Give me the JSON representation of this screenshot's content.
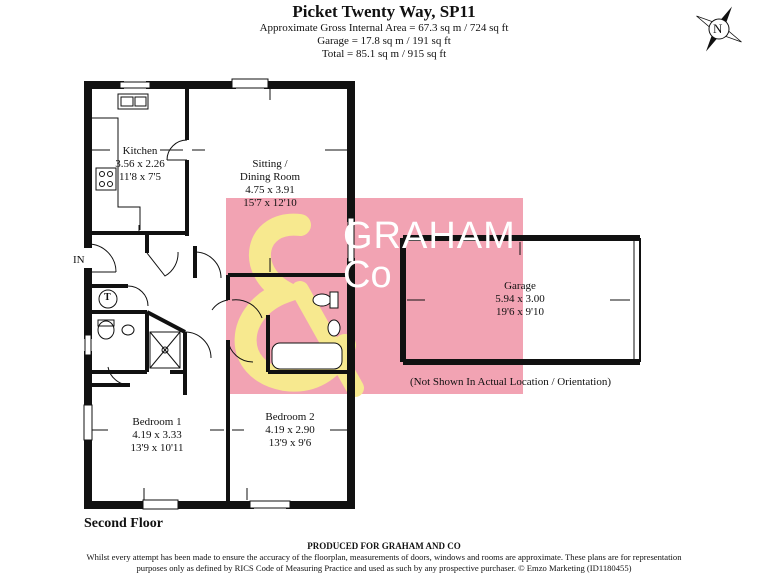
{
  "header": {
    "title": "Picket Twenty Way, SP11",
    "gross_area": "Approximate Gross Internal Area = 67.3 sq m / 724 sq ft",
    "garage_area": "Garage = 17.8 sq m / 191 sq ft",
    "total_area": "Total = 85.1 sq m / 915 sq ft"
  },
  "compass": {
    "label": "N",
    "icon": "compass-rose-icon"
  },
  "rooms": {
    "kitchen": {
      "name": "Kitchen",
      "metric": "3.56 x 2.26",
      "imperial": "11'8 x 7'5"
    },
    "sitting": {
      "name_line1": "Sitting /",
      "name_line2": "Dining Room",
      "metric": "4.75 x 3.91",
      "imperial": "15'7 x 12'10"
    },
    "garage": {
      "name": "Garage",
      "metric": "5.94 x 3.00",
      "imperial": "19'6 x 9'10"
    },
    "bedroom1": {
      "name": "Bedroom 1",
      "metric": "4.19 x 3.33",
      "imperial": "13'9 x 10'11"
    },
    "bedroom2": {
      "name": "Bedroom 2",
      "metric": "4.19 x 2.90",
      "imperial": "13'9 x 9'6"
    }
  },
  "labels": {
    "entrance": "IN",
    "tank": "T",
    "garage_note": "(Not Shown In Actual Location / Orientation)",
    "floor": "Second Floor"
  },
  "watermark": {
    "line1": "GRAHAM",
    "line2": "Co",
    "bg_color": "#f2a3b3",
    "amp_color": "#f7e98f"
  },
  "colors": {
    "wall": "#111111"
  },
  "footer": {
    "produced_for": "PRODUCED FOR GRAHAM AND CO",
    "disclaimer_line1": "Whilst every attempt has been made to ensure the accuracy of the floorplan, measurements of doors, windows and rooms are approximate. These plans are for representation",
    "disclaimer_line2": "purposes only as defined by RICS Code of Measuring Practice and used as such by any prospective purchaser. © Emzo Marketing (ID1180455)"
  }
}
